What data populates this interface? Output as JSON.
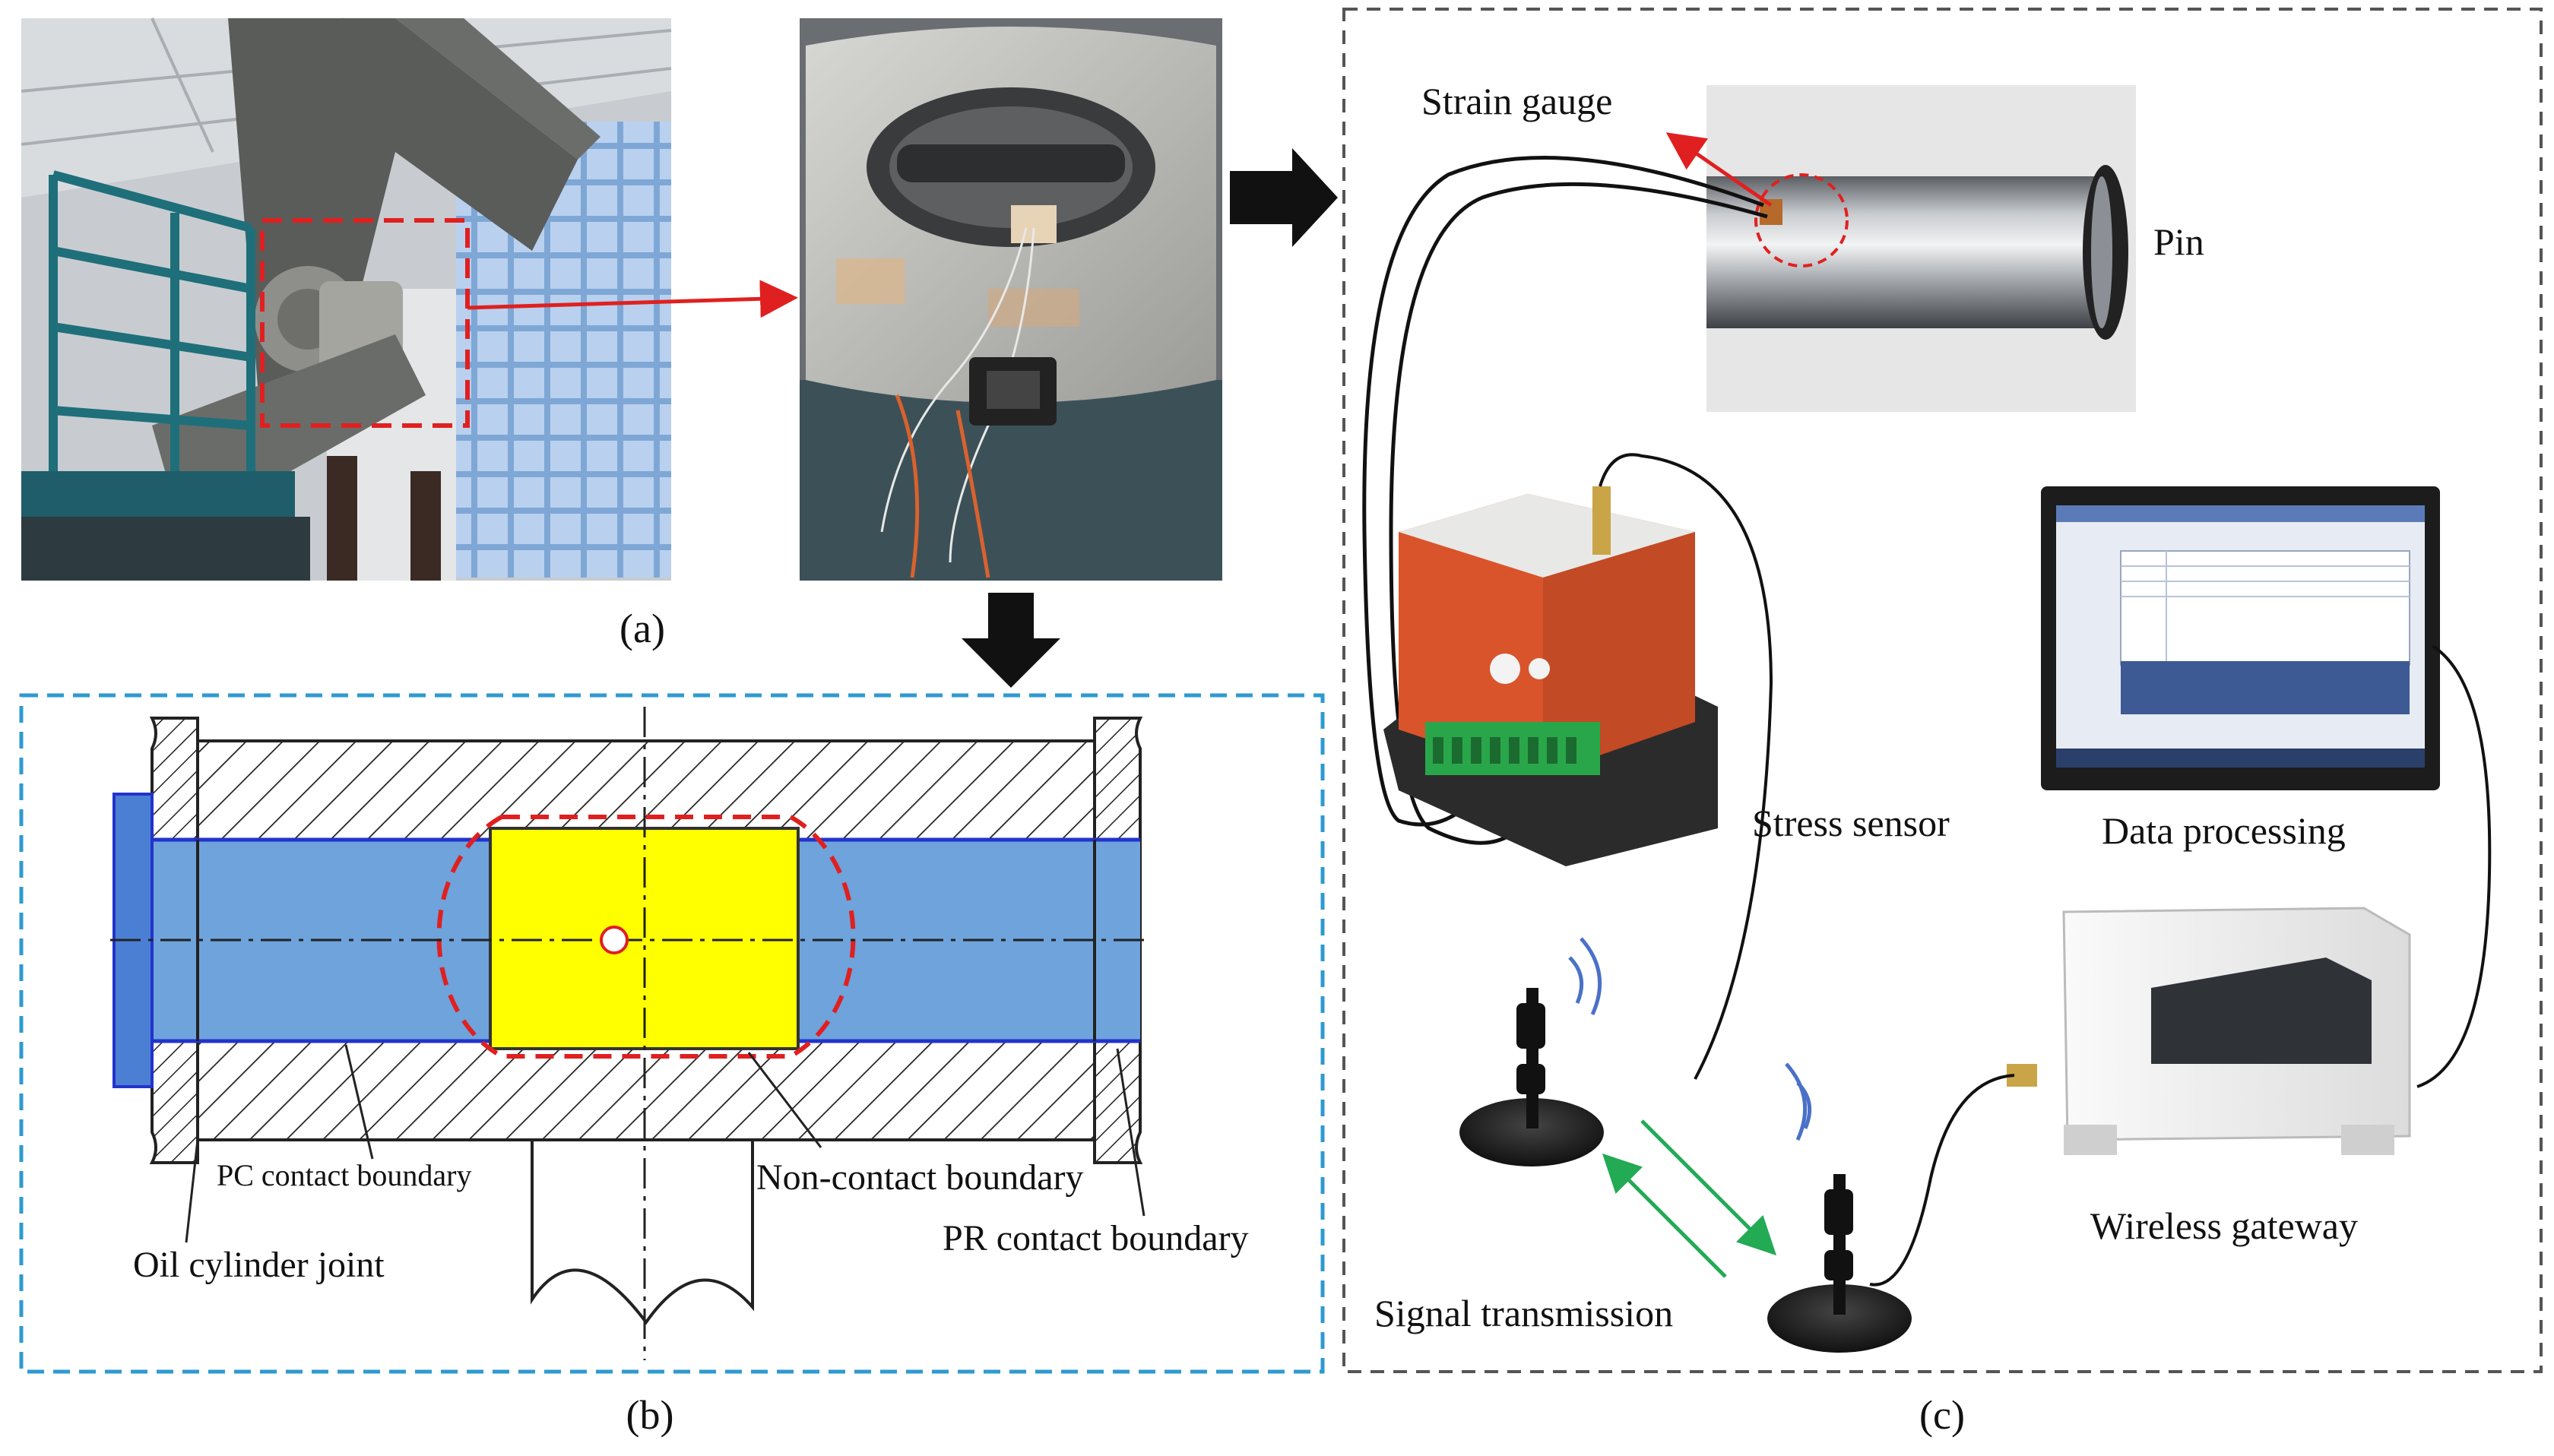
{
  "labels": {
    "panel_a": "(a)",
    "panel_b": "(b)",
    "panel_c": "(c)",
    "pc_contact_boundary": "PC contact boundary",
    "oil_cylinder_joint": "Oil cylinder joint",
    "non_contact_boundary": "Non-contact boundary",
    "pr_contact_boundary": "PR contact boundary",
    "strain_gauge": "Strain gauge",
    "pin": "Pin",
    "stress_sensor": "Stress sensor",
    "data_processing": "Data processing",
    "wireless_gateway": "Wireless gateway",
    "signal_transmission": "Signal transmission"
  },
  "colors": {
    "pin_body": "#6fa3dc",
    "pin_end": "#4a7fd4",
    "sensor_window": "#ffff00",
    "dashed_red": "#e02020",
    "frame_b": "#2e9ad0",
    "frame_c": "#555555",
    "arrow_red": "#e02020",
    "signal_green": "#22aa55",
    "wave_blue": "#4a70c8",
    "sensor_orange": "#d9542a",
    "terminal_green": "#2aa64a"
  },
  "icons": {
    "photo_crane": "crane-boom-photo",
    "photo_joint": "pin-joint-photo",
    "photo_pin": "pin-with-strain-gauge-photo",
    "device_sensor": "stress-sensor-box",
    "device_laptop": "laptop-screen",
    "device_gateway": "wireless-gateway-box",
    "antenna": "antenna-icon"
  }
}
